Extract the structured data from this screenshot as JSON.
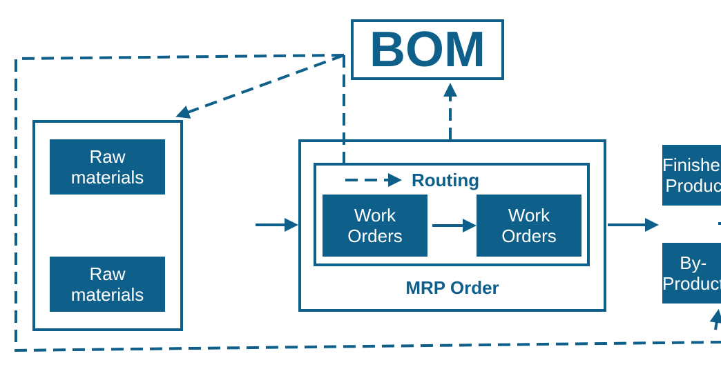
{
  "colors": {
    "primary": "#0e5f8a",
    "background": "#ffffff",
    "text_on_primary": "#ffffff"
  },
  "bom": {
    "label": "BOM"
  },
  "materials": {
    "items": [
      {
        "label": "Raw\nmaterials"
      },
      {
        "label": "Raw\nmaterials"
      }
    ]
  },
  "mrp_order": {
    "label": "MRP Order",
    "routing": {
      "label": "Routing",
      "work_orders": [
        {
          "label": "Work\nOrders"
        },
        {
          "label": "Work\nOrders"
        }
      ]
    }
  },
  "products": {
    "finished": {
      "label": "Finished\nProduct"
    },
    "byproduct": {
      "label": "By-\nProduct"
    }
  }
}
